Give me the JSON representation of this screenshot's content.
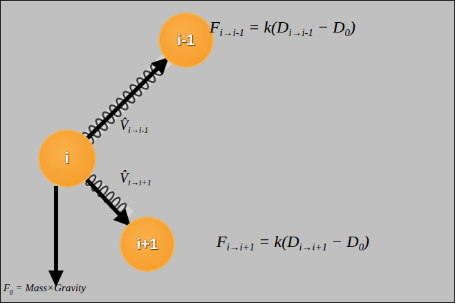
{
  "diagram": {
    "nodes": [
      {
        "text": [
          "i-1"
        ]
      },
      {
        "text": [
          "i"
        ]
      },
      {
        "text": [
          "i+1"
        ]
      }
    ],
    "edges": [
      {
        "from": 1,
        "to": 0,
        "arrow": "to",
        "label": "V̂i→i-1"
      },
      {
        "from": 1,
        "to": 2,
        "arrow": "to",
        "label": "V̂i→i+1"
      }
    ],
    "labels": [
      "Fi→i-1 = k(Di→i-1 − D0)",
      "Fi→i+1 = k(Di→i+1 − D0)",
      "Fg = Mass×Gravity"
    ]
  }
}
